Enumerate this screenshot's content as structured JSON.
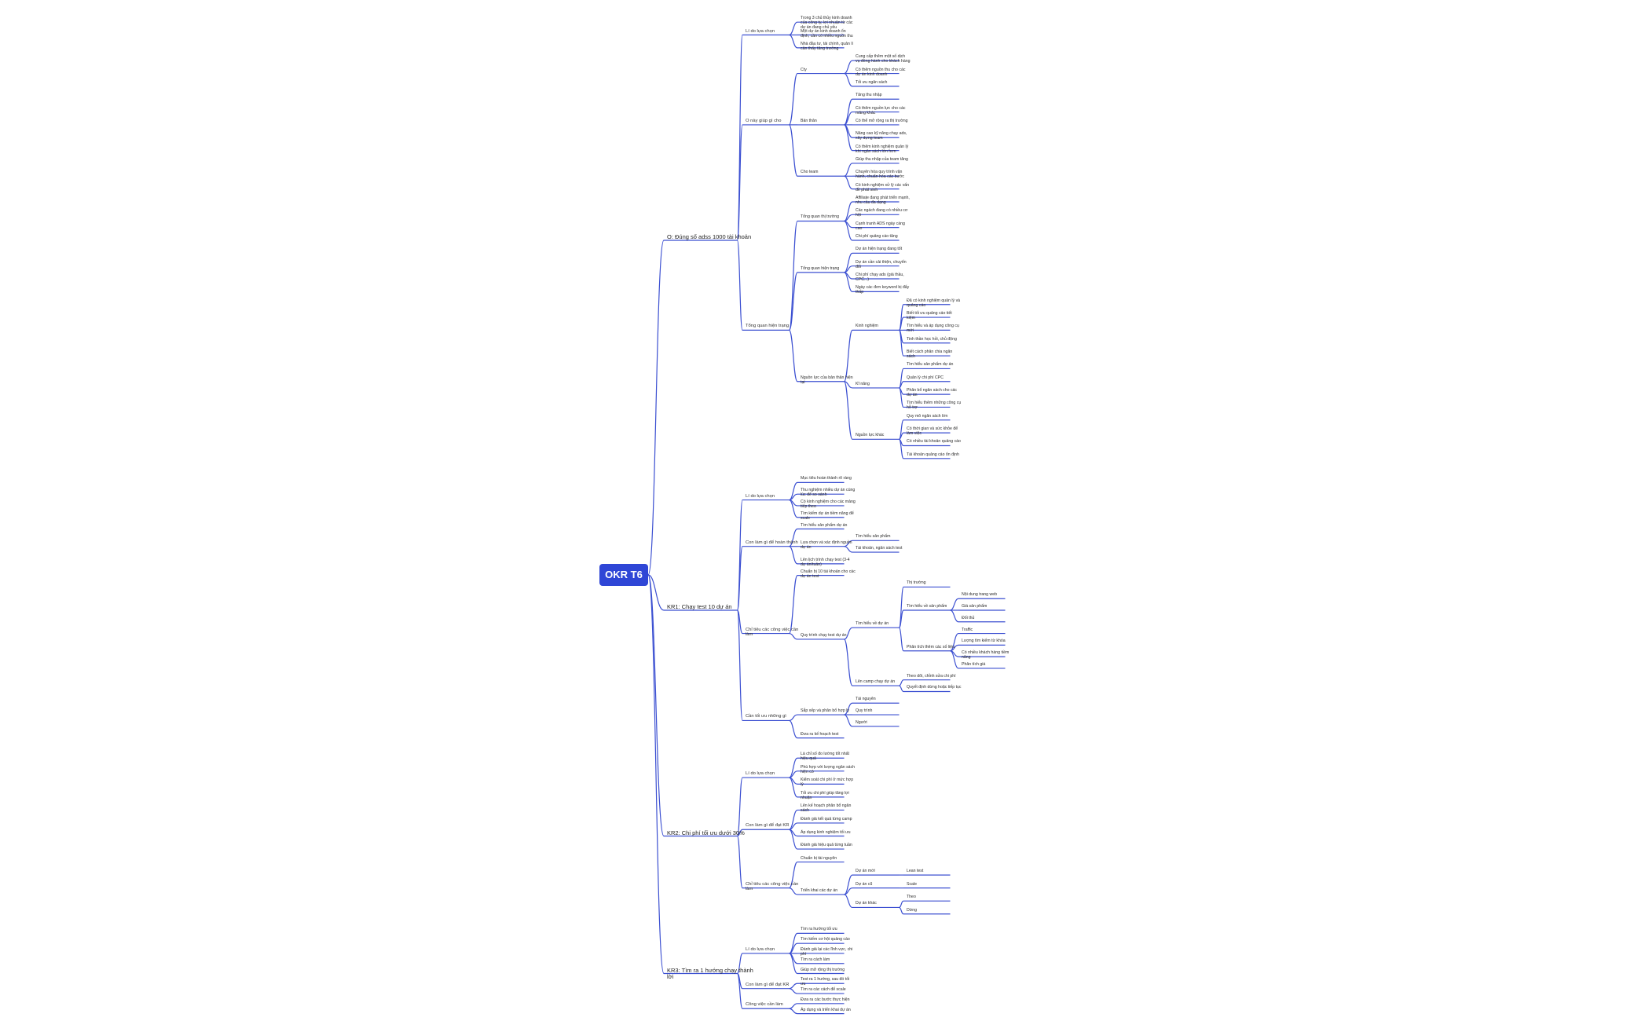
{
  "mindmap": {
    "title": "OKR T6",
    "colors": {
      "root_bg": "#2f46d6",
      "link": "#3b4fd1",
      "text": "#2b2b2b"
    },
    "branches": [
      {
        "label": "O: Đúng số adss 1000 tài khoản",
        "children": [
          {
            "label": "Lí do lựa chọn",
            "children": [
              {
                "label": "Trong 3 chủ thủy kinh doanh của công ty, lợi nhuận từ các dự án đang chủ yếu"
              },
              {
                "label": "Một dự án kinh doanh ổn định, cần có nhiều nguồn thu"
              },
              {
                "label": "Nhà đầu tư, tài chính, quản lí cần thấy tăng trưởng"
              }
            ]
          },
          {
            "label": "O này giúp gì cho",
            "children": [
              {
                "label": "Cty",
                "children": [
                  {
                    "label": "Cung cấp thêm một số dịch vụ đồng hành cho khách hàng"
                  },
                  {
                    "label": "Có thêm nguồn thu cho các dự án kinh doanh"
                  },
                  {
                    "label": "Tối ưu ngân sách"
                  }
                ]
              },
              {
                "label": "Bản thân",
                "children": [
                  {
                    "label": "Tăng thu nhập"
                  },
                  {
                    "label": "Có thêm nguồn lực cho các mảng khác"
                  },
                  {
                    "label": "Có thể mở rộng ra thị trường"
                  },
                  {
                    "label": "Nâng cao kỹ năng chạy ads, xây dựng team"
                  },
                  {
                    "label": "Có thêm kinh nghiệm quản lý khi ngân sách lớn hơn"
                  }
                ]
              },
              {
                "label": "Cho team",
                "children": [
                  {
                    "label": "Giúp thu nhập của team tăng"
                  },
                  {
                    "label": "Chuyên hóa quy trình vận hành, chuẩn hóa các bước"
                  },
                  {
                    "label": "Có kinh nghiệm xử lý các vấn đề phát sinh"
                  }
                ]
              }
            ]
          },
          {
            "label": "Tổng quan hiện trạng",
            "children": [
              {
                "label": "Tổng quan thị trường",
                "children": [
                  {
                    "label": "Affiliate đang phát triển mạnh, nhu cầu đa dạng"
                  },
                  {
                    "label": "Các ngách đang có nhiều cơ hội"
                  },
                  {
                    "label": "Cạnh tranh ADS ngày càng cao"
                  },
                  {
                    "label": "Chi phí quảng cáo tăng"
                  }
                ]
              },
              {
                "label": "Tổng quan hiện trạng",
                "children": [
                  {
                    "label": "Dự án hiện trạng đang tốt"
                  },
                  {
                    "label": "Dự án cần cải thiện, chuyển đổi"
                  },
                  {
                    "label": "Chi phí chạy ads (giá thầu, CPC...)"
                  },
                  {
                    "label": "Ngày các đơn keyword bị đẩy thấp"
                  }
                ]
              },
              {
                "label": "Nguồn lực của bản thân hiện tại",
                "children": [
                  {
                    "label": "Kinh nghiệm",
                    "children": [
                      {
                        "label": "Đã có kinh nghiệm quản lý và quảng cáo"
                      },
                      {
                        "label": "Biết tối ưu quảng cáo tiết kiệm"
                      },
                      {
                        "label": "Tìm hiểu và áp dụng công cụ mới"
                      },
                      {
                        "label": "Tinh thần học hỏi, chủ động"
                      },
                      {
                        "label": "Biết cách phân chia ngân sách"
                      }
                    ]
                  },
                  {
                    "label": "Kĩ năng",
                    "children": [
                      {
                        "label": "Tìm hiểu sản phẩm dự án"
                      },
                      {
                        "label": "Quản lý chi phí CPC"
                      },
                      {
                        "label": "Phân bổ ngân sách cho các dự án"
                      },
                      {
                        "label": "Tìm hiểu thêm những công cụ hỗ trợ"
                      }
                    ]
                  },
                  {
                    "label": "Nguồn lực khác",
                    "children": [
                      {
                        "label": "Quy mô ngân sách lớn"
                      },
                      {
                        "label": "Có thời gian và sức khỏe để làm việc"
                      },
                      {
                        "label": "Có nhiều tài khoản quảng cáo"
                      },
                      {
                        "label": "Tài khoản quảng cáo ổn định"
                      }
                    ]
                  }
                ]
              }
            ]
          }
        ]
      },
      {
        "label": "KR1: Chạy test 10 dự án",
        "children": [
          {
            "label": "Lí do lựa chọn",
            "children": [
              {
                "label": "Mục tiêu hoàn thành rõ ràng"
              },
              {
                "label": "Thu nghiệm nhiều dự án cùng lúc để so sánh"
              },
              {
                "label": "Có kinh nghiệm cho các mảng tiếp theo"
              },
              {
                "label": "Tìm kiếm dự án tiềm năng để scale"
              }
            ]
          },
          {
            "label": "Con làm gì để hoàn thành",
            "children": [
              {
                "label": "Tìm hiểu sản phẩm dự án"
              },
              {
                "label": "Lựa chọn và xác định nguồn dự án",
                "children": [
                  {
                    "label": "Tìm hiểu sản phẩm"
                  },
                  {
                    "label": "Tài khoản, ngân sách test"
                  }
                ]
              },
              {
                "label": "Lên lịch trình chạy test (3-4 dự án/tuần)"
              }
            ]
          },
          {
            "label": "Chỉ tiêu các công việc cần làm",
            "children": [
              {
                "label": "Chuẩn bị 10 tài khoản cho các dự án test"
              },
              {
                "label": "Quy trình chạy test dự án",
                "children": [
                  {
                    "label": "Tìm hiểu về dự án",
                    "children": [
                      {
                        "label": "Thị trường"
                      },
                      {
                        "label": "Tìm hiểu về sản phẩm",
                        "children": [
                          {
                            "label": "Nội dung trang web"
                          },
                          {
                            "label": "Giá sản phẩm"
                          },
                          {
                            "label": "Đối thủ"
                          }
                        ]
                      },
                      {
                        "label": "Phân tích thêm các số liệu",
                        "children": [
                          {
                            "label": "Traffic"
                          },
                          {
                            "label": "Lượng tìm kiếm từ khóa"
                          },
                          {
                            "label": "Có nhiều khách hàng tiềm năng"
                          },
                          {
                            "label": "Phân tích giá"
                          }
                        ]
                      }
                    ]
                  },
                  {
                    "label": "Lên camp chạy dự án",
                    "children": [
                      {
                        "label": "Theo dõi, chỉnh sửa chi phí"
                      },
                      {
                        "label": "Quyết định dừng hoặc tiếp tục"
                      }
                    ]
                  }
                ]
              }
            ]
          },
          {
            "label": "Cần tối ưu những gì",
            "children": [
              {
                "label": "Sắp xếp và phân bổ hợp lý",
                "children": [
                  {
                    "label": "Tài nguyên"
                  },
                  {
                    "label": "Quy trình"
                  },
                  {
                    "label": "Người"
                  }
                ]
              },
              {
                "label": "Đưa ra kế hoạch test"
              }
            ]
          }
        ]
      },
      {
        "label": "KR2: Chi phí tối ưu dưới 30%",
        "children": [
          {
            "label": "Lí do lựa chọn",
            "children": [
              {
                "label": "Là chỉ số đo lường tốt nhất hiệu quả"
              },
              {
                "label": "Phù hợp với lượng ngân sách hiện có"
              },
              {
                "label": "Kiểm soát chi phí ở mức hợp lý"
              },
              {
                "label": "Tối ưu chi phí giúp tăng lợi nhuận"
              }
            ]
          },
          {
            "label": "Con làm gì để đạt KR",
            "children": [
              {
                "label": "Lên kế hoạch phân bổ ngân sách"
              },
              {
                "label": "Đánh giá kết quả từng camp"
              },
              {
                "label": "Áp dụng kinh nghiệm tối ưu"
              },
              {
                "label": "Đánh giá hiệu quả từng tuần"
              }
            ]
          },
          {
            "label": "Chỉ tiêu các công việc cần làm",
            "children": [
              {
                "label": "Chuẩn bị tài nguyên"
              },
              {
                "label": "Triển khai các dự án",
                "children": [
                  {
                    "label": "Dự án mới",
                    "children": [
                      {
                        "label": "Lean test"
                      }
                    ]
                  },
                  {
                    "label": "Dự án cũ",
                    "children": [
                      {
                        "label": "Scale"
                      }
                    ]
                  },
                  {
                    "label": "Dự án khác",
                    "children": [
                      {
                        "label": "Theo"
                      },
                      {
                        "label": "Dừng"
                      }
                    ]
                  }
                ]
              }
            ]
          }
        ]
      },
      {
        "label": "KR3: Tìm ra 1 hướng chạy thành lời",
        "children": [
          {
            "label": "Lí do lựa chọn",
            "children": [
              {
                "label": "Tìm ra hướng tối ưu"
              },
              {
                "label": "Tìm kiếm cơ hội quảng cáo"
              },
              {
                "label": "Đánh giá lại các lĩnh vực, chi phí"
              },
              {
                "label": "Tìm ra cách làm"
              },
              {
                "label": "Giúp mở rộng thị trường"
              }
            ]
          },
          {
            "label": "Con làm gì để đạt KR",
            "children": [
              {
                "label": "Test ra 1 hướng, sau đó tối ưu"
              },
              {
                "label": "Tìm ra các cách để scale"
              }
            ]
          },
          {
            "label": "Công việc cần làm",
            "children": [
              {
                "label": "Đưa ra các bước thực hiện"
              },
              {
                "label": "Áp dụng và triển khai dự án"
              }
            ]
          }
        ]
      }
    ]
  }
}
